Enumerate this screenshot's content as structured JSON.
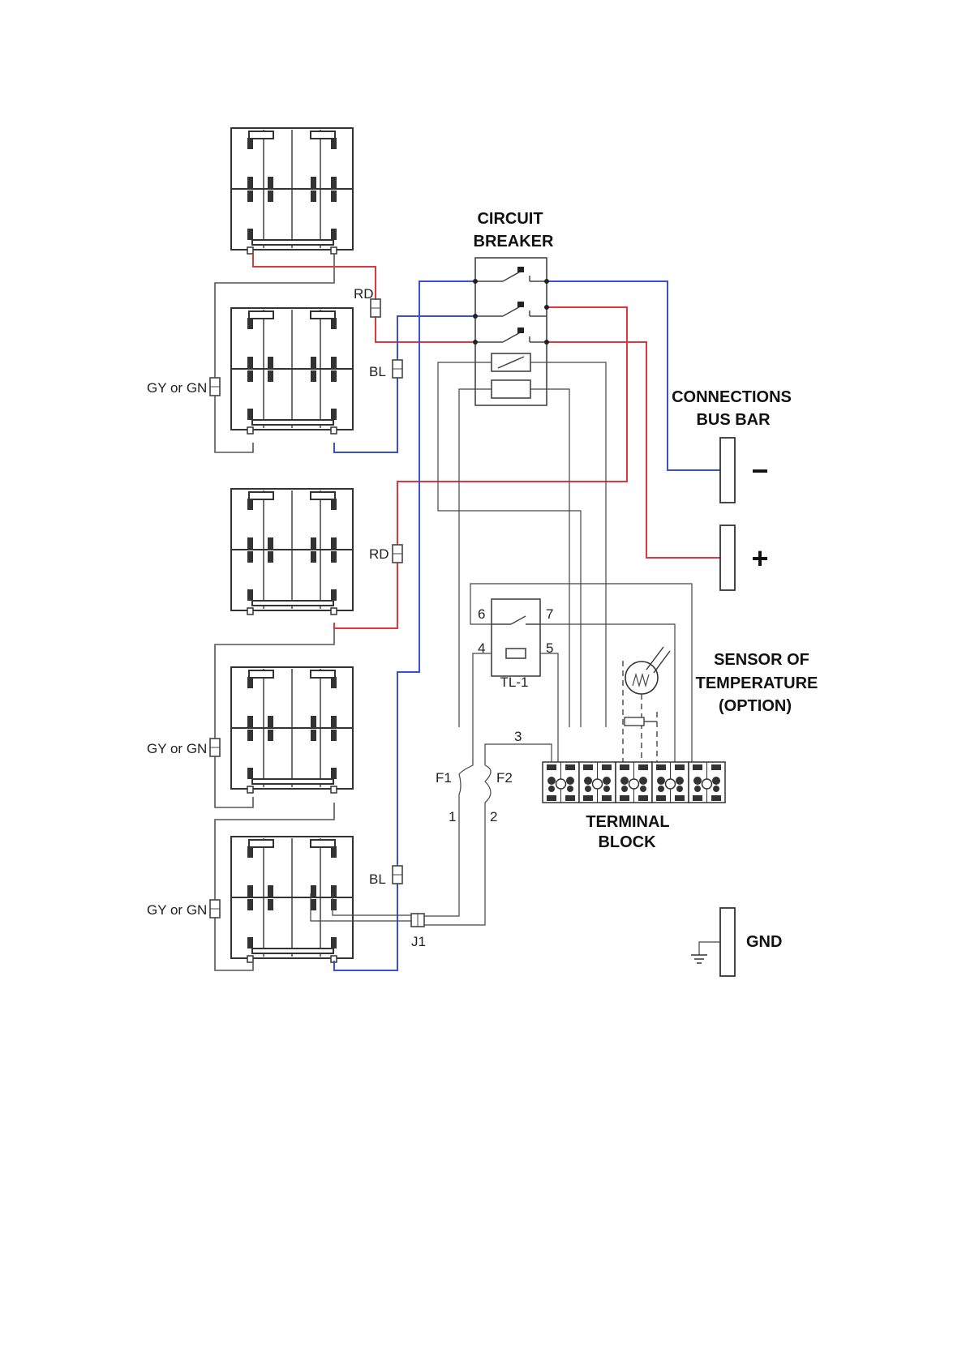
{
  "diagram": {
    "labels": {
      "circuit_breaker": [
        "CIRCUIT",
        "BREAKER"
      ],
      "connections_bus_bar": [
        "CONNECTIONS",
        "BUS BAR"
      ],
      "sensor_of_temperature": [
        "SENSOR OF",
        "TEMPERATURE",
        "(OPTION)"
      ],
      "terminal_block": [
        "TERMINAL",
        "BLOCK"
      ],
      "gnd": "GND",
      "minus": "−",
      "plus": "+",
      "rd": "RD",
      "bl": "BL",
      "gy_or_gn": "GY or GN",
      "tl1": "TL-1",
      "f1": "F1",
      "f2": "F2",
      "j1": "J1",
      "pins": {
        "p1": "1",
        "p2": "2",
        "p3": "3",
        "p4": "4",
        "p5": "5",
        "p6": "6",
        "p7": "7"
      }
    },
    "colors": {
      "red_wire": "#e0363c",
      "blue_wire": "#3a4fd8",
      "gray_wire": "#555555"
    }
  }
}
